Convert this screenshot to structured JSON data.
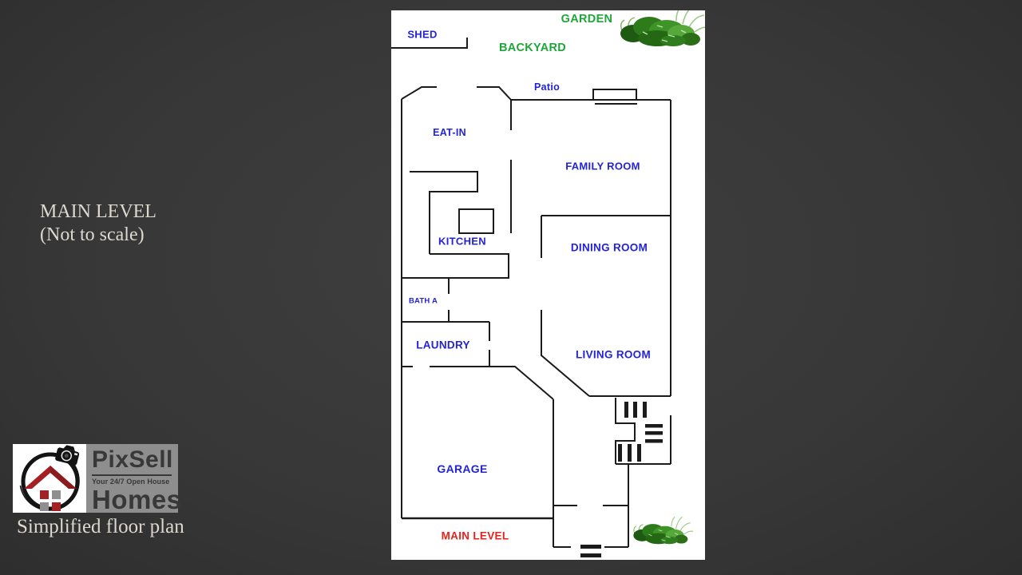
{
  "slide": {
    "title": "MAIN LEVEL",
    "subtitle": "(Not to scale)",
    "caption": "Simplified floor plan"
  },
  "logo": {
    "brand_top": "PixSell",
    "tagline": "Your 24/7 Open House",
    "brand_bottom": "Homes"
  },
  "plan": {
    "labels": {
      "shed": "SHED",
      "garden": "GARDEN",
      "backyard": "BACKYARD",
      "patio": "Patio",
      "eat_in": "EAT-IN",
      "family_room": "FAMILY ROOM",
      "kitchen": "KITCHEN",
      "dining_room": "DINING ROOM",
      "bath_a": "BATH A",
      "laundry": "LAUNDRY",
      "living_room": "LIVING ROOM",
      "garage": "GARAGE",
      "level": "MAIN LEVEL"
    }
  },
  "colors": {
    "background": "#3a3a3a",
    "panel": "#ffffff",
    "wall": "#1b1b1b",
    "room_label": "#2323d8",
    "outdoor_label": "#1fa53a",
    "level_label": "#e8211b",
    "slide_text": "#ddd8d0",
    "logo_panel": "#8e8e8e",
    "logo_text": "#383838",
    "logo_red": "#a32025"
  }
}
